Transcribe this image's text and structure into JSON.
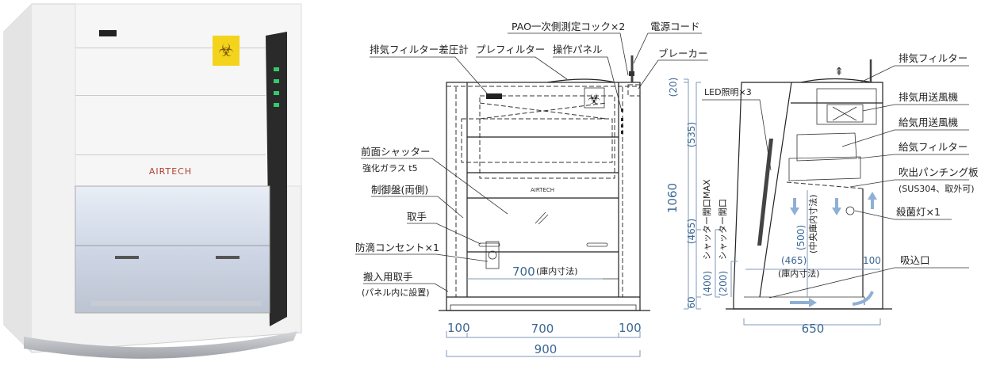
{
  "photo": {
    "brand": "AIRTECH"
  },
  "front_view": {
    "brand": "AIRTECH",
    "labels": {
      "pao_cock": "PAO一次側測定コック×2",
      "power_cord": "電源コード",
      "exhaust_filter_gauge": "排気フィルター差圧計",
      "prefilter": "プレフィルター",
      "control_panel": "操作パネル",
      "breaker": "ブレーカー",
      "front_shutter": "前面シャッター",
      "tempered_glass": "強化ガラス t5",
      "control_board": "制御盤(両側)",
      "handle": "取手",
      "outlet": "防滴コンセント×1",
      "carry_handle": "搬入用取手",
      "carry_handle_note": "(パネル内に設置)"
    },
    "inner_width": "700",
    "inner_width_note": "(庫内寸法)",
    "dims": {
      "left": "100",
      "center": "700",
      "right": "100",
      "total": "900"
    }
  },
  "side_view": {
    "labels": {
      "exhaust_filter": "排気フィルター",
      "exhaust_fan": "排気用送風機",
      "supply_fan": "給気用送風機",
      "supply_filter": "給気フィルター",
      "punching_plate": "吹出パンチング板",
      "punching_plate_note": "(SUS304、取外可)",
      "uv_lamp": "殺菌灯×1",
      "intake": "吸込口",
      "led": "LED照明×3"
    },
    "dims": {
      "total_height": "1060",
      "top": "(20)",
      "upper": "(535)",
      "lower": "(465)",
      "base": "60",
      "shutter_max": "(400)",
      "shutter_max_label": "シャッター開口MAX",
      "shutter": "(200)",
      "shutter_label": "シャッター開口",
      "center_height": "(500)",
      "center_height_label": "(中央庫内寸法)",
      "inner_depth": "(465)",
      "inner_depth_label": "(庫内寸法)",
      "rear": "100",
      "depth": "650"
    }
  }
}
